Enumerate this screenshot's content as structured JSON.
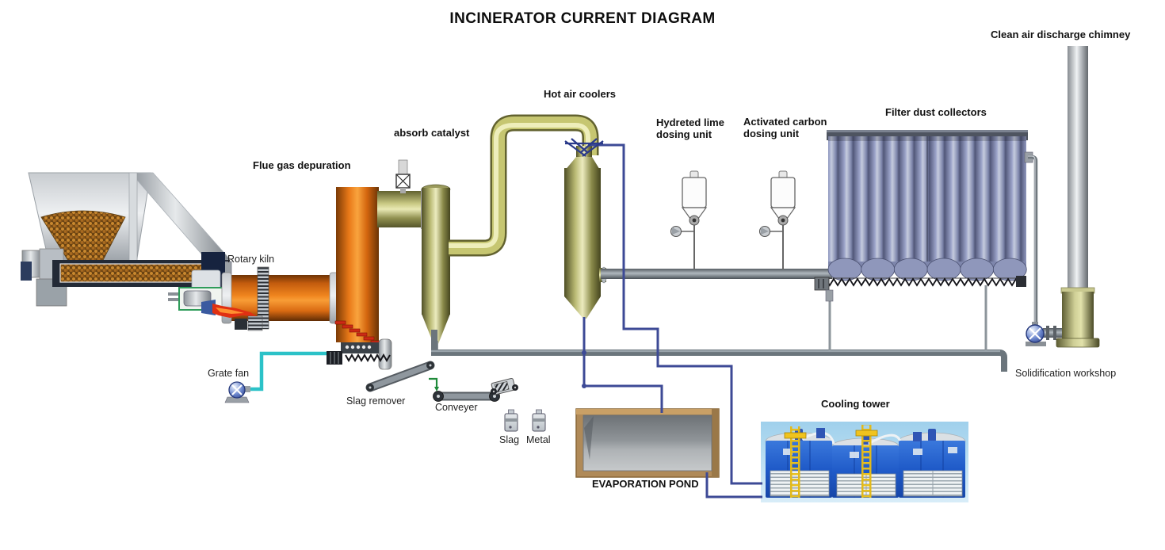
{
  "title": "INCINERATOR CURRENT DIAGRAM",
  "labels": {
    "clean_air_chimney": "Clean air discharge chimney",
    "hot_air_coolers": "Hot air coolers",
    "absorb_catalyst": "absorb catalyst",
    "lime_dosing": {
      "line1": "Hydreted lime",
      "line2": "dosing unit"
    },
    "carbon_dosing": {
      "line1": "Activated carbon",
      "line2": "dosing unit"
    },
    "filter_dust_collectors": "Filter dust collectors",
    "flue_gas_depuration": "Flue gas depuration",
    "rotary_kiln": "Rotary kiln",
    "grate_fan": "Grate fan",
    "slag_remover": "Slag remover",
    "conveyer": "Conveyer",
    "slag": "Slag",
    "metal": "Metal",
    "evaporation_pond": "EVAPORATION POND",
    "cooling_tower": "Cooling tower",
    "solidification_workshop": "Solidification workshop"
  },
  "colors": {
    "kiln_orange": "#f0851e",
    "vessel_olive": "#c8c878",
    "filter_lavender": "#9aa2c8",
    "process_pipe_gray": "#6b757c",
    "water_pipe_blue": "#3d4a96",
    "air_pipe_cyan": "#2cc2c8",
    "pond_frame_tan": "#b08a58",
    "cooling_tower_blue": "#1f5ac8",
    "flame_red": "#e03012",
    "waste_pellet_brown": "#c9882f"
  }
}
